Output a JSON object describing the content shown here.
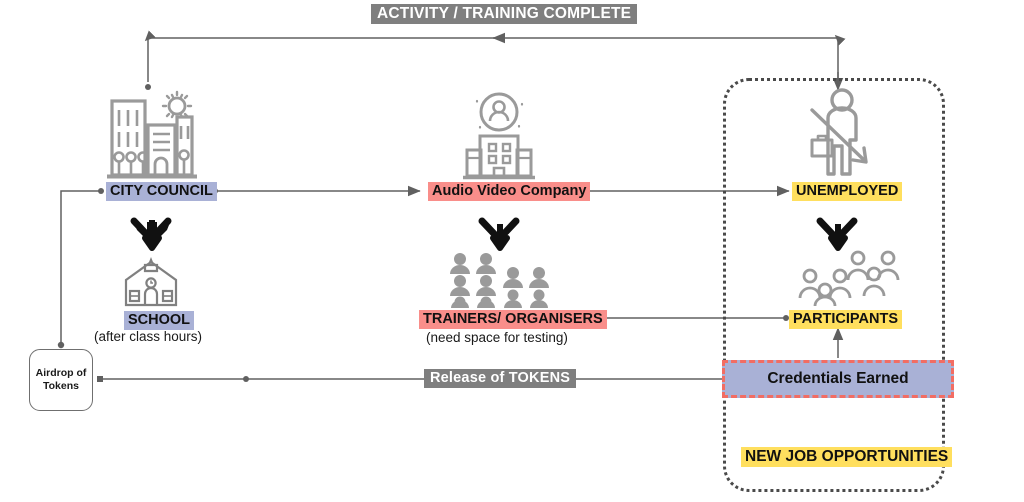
{
  "diagram": {
    "title": "ACTIVITY / TRAINING COMPLETE",
    "tokens_label": "Release of TOKENS",
    "colors": {
      "banner_bg": "#7f7f7f",
      "highlight_blue": "#a9b1d6",
      "highlight_red": "#f98e8a",
      "highlight_yellow": "#ffdf5e",
      "credentials_border": "#f26d63",
      "connector": "#606060",
      "icon_gray": "#9a9a9a",
      "scope_border": "#4a4a4a"
    }
  },
  "nodes": {
    "city_council": {
      "label": "CITY COUNCIL",
      "icon": "city-buildings-icon"
    },
    "school": {
      "label": "SCHOOL",
      "note": "(after class hours)",
      "icon": "school-building-icon"
    },
    "audio_video_company": {
      "label": "Audio Video Company",
      "icon": "office-building-icon"
    },
    "trainers": {
      "label": "TRAINERS/ ORGANISERS",
      "note": "(need space for testing)",
      "icon": "group-of-people-icon"
    },
    "unemployed": {
      "label": "UNEMPLOYED",
      "icon": "unemployed-person-icon"
    },
    "participants": {
      "label": "PARTICIPANTS",
      "icon": "participants-group-icon"
    },
    "credentials": {
      "label": "Credentials Earned"
    },
    "new_jobs": {
      "label": "NEW JOB OPPORTUNITIES"
    },
    "airdrop": {
      "label": "Airdrop of Tokens",
      "line1": "Airdrop of",
      "line2": "Tokens"
    }
  }
}
